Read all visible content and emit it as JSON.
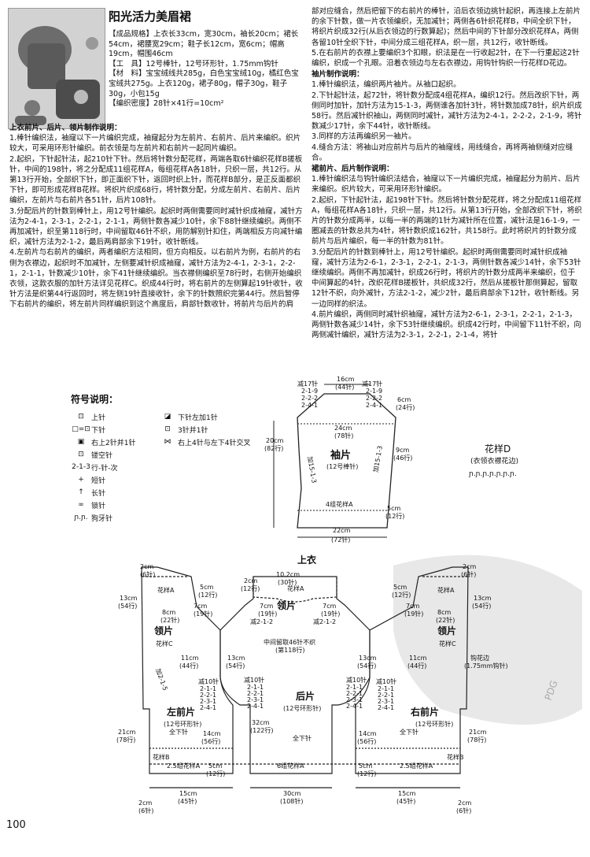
{
  "title": "阳光活力美眉裙",
  "spec": {
    "size": "【成品规格】上衣长33cm，宽30cm，袖长20cm；裙长54cm，裙腰宽29cm；鞋子长12cm，宽6cm；帽高19cm，帽围46cm",
    "tools": "【工　具】12号棒针，12号环形针，1.75mm钩针",
    "materials": "【材　料】宝宝绒线共285g，白色宝宝绒10g，橘红色宝宝绒共275g。上衣120g，裙子80g，帽子30g，鞋子30g，小包15g",
    "density": "【编织密度】28针×41行=10cm²"
  },
  "col1": [
    {
      "t": "h",
      "s": "上衣前片、后片、领片制作说明："
    },
    {
      "t": "p",
      "s": "1.棒针编织法，袖窿以下一片编织完成，袖窿起分为左前片、右前片、后片来编织。织片较大，可采用环形针编织。前衣领是与左前片和右前片一起同片编织。"
    },
    {
      "t": "p",
      "s": "2.起织，下针起针法，起210针下针。然后将针数分配花样，两端各取6针编织花样B搓板针，中间的198针，将之分配成11组花样A，每组花样A各18针，只织一层，共12行。从第13行开始，全部织下针，即正面织下针，返回时织上针，而花样B部分，是正反面都织下针，即可形成花样B花样。将织片织成68行，将针数分配，分成左前片、右前片、后片编织，左前片与右前片各51针，后片108针。"
    },
    {
      "t": "p",
      "s": "3.分配后片的针数到棒针上，用12号针编织。起织时两侧需要同时减针织成袖窿，减针方法为2-4-1，2-3-1，2-2-1，2-1-1，两侧针数各减少10针，余下88针继续编织。两侧不再加减针，织至第118行时，中间留取46针不织，用防解别针扣住，两端相反方向减针编织，减针方法为2-1-2，最后两肩部余下19针，收针断线。"
    },
    {
      "t": "p",
      "s": "4.左前片与右前片的编织，两者编织方法相同，但方向相反。以右前片为例，右前片的右侧为衣襟边，起织时不加减针，左侧要减针织成袖窿，减针方法为2-4-1，2-3-1，2-2-1，2-1-1，针数减少10针，余下41针继续编织。当衣襟侧编织至78行时，右侧开始编织衣领，这款衣服的加针方法详见花样C。织成44行时，将右前片的左侧算起19针收针，收针方法是织第44行返回时，将左侧19针直接收针，余下的针数照织完第44行。然后暂停下右前片的编织，将左前片同样编织到这个高度后，肩部针数收针，将前片与后片的肩"
    }
  ],
  "col2": [
    {
      "t": "p",
      "s": "部对应缝合，然后把留下的右前片的棒针，沿后衣领边挑针起织，再连接上左前片的余下针数，做一片衣领编织，无加减针；两侧各6针织花样B，中间全织下针，将织片织成32行(从后衣领边的行数算起)；然后中间的下针部分改织花样A，两侧各留10针全织下针，中间分成三组花样A，织一层，共12行，收针断线。"
    },
    {
      "t": "p",
      "s": "5.在右前片的衣襟上要编织3个扣眼，织法是在一行收起2针，在下一行重起这2针编织，织成一个孔眼。沿着衣领边与左右衣襟边，用钩针钩织一行花样D花边。"
    },
    {
      "t": "h",
      "s": "袖片制作说明："
    },
    {
      "t": "p",
      "s": "1.棒针编织法，编织两片袖片。从袖口起织。"
    },
    {
      "t": "p",
      "s": "2.下针起针法，起72针，将针数分配成4组花样A，编织12行。然后改织下针，两侧同时加针，加针方法为15-1-3，两侧谁各加针3针，将针数加成78针，织片织成58行。然后减针织袖山，两侧同时减针，减针方法为2-4-1，2-2-2，2-1-9，将针数减少17针，余下44针，收针断线。"
    },
    {
      "t": "p",
      "s": "3.同样的方法再编织另一袖片。"
    },
    {
      "t": "p",
      "s": "4.缝合方法：将袖山对应前片与后片的袖窿线，用线缝合，再将两袖侧缝对应缝合。"
    },
    {
      "t": "h",
      "s": "裙前片、后片制作说明："
    },
    {
      "t": "p",
      "s": "1.棒针编织法与钩针编织法结合，袖窿以下一片编织完成，袖窿起分为前片、后片来编织。织片较大，可采用环形针编织。"
    },
    {
      "t": "p",
      "s": "2.起织，下针起针法，起198针下针。然后将针数分配花样，将之分配成11组花样A，每组花样A各18针，只织一层，共12行。从第13行开始，全部改织下针，将织片的针数分成两半，以每一半的两端的1针为减针所在位置，减针法是16-1-9，一圈减去的针数总共为4针，将针数织成162针，共158行。此时将织片的针数分成前片与后片编织，每一半的针数为81针。"
    },
    {
      "t": "p",
      "s": "3.分配后片的针数到棒针上，用12号针编织。起织时两侧需要同时减针织成袖窿，减针方法为2-6-1，2-3-1，2-2-1，2-1-3，两侧针数各减少14针，余下53针继续编织。两侧不再加减针，织成26行时，将织片的针数分成两半来编织，位于中间算起的4针，改织花样B搓板针，共织成32行，然后从搓板针那侧算起，留取12针不织，向外减针，方法2-1-2，减少2针，最后肩部余下12针，收针断线。另一边同样的织法。"
    },
    {
      "t": "p",
      "s": "4.前片编织，两侧同时减针织袖窿，减针方法为2-6-1，2-3-1，2-2-1，2-1-3，两侧针数各减少14针，余下53针继续编织。织成42行时，中间留下11针不织，向两侧减针编织，减针方法为2-3-1，2-2-1，2-1-4，将针"
    }
  ],
  "symbols": {
    "title": "符号说明：",
    "left": [
      {
        "g": "⊡",
        "l": "上针"
      },
      {
        "g": "□=⊡",
        "l": "下针"
      },
      {
        "g": "▣",
        "l": "右上2针并1针"
      },
      {
        "g": "⊡",
        "l": "镂空针"
      },
      {
        "g": "2-1-3",
        "l": "行-针-次"
      },
      {
        "g": "+",
        "l": "短针"
      },
      {
        "g": "↑",
        "l": "长针"
      },
      {
        "g": "∞",
        "l": "锁针"
      },
      {
        "g": "ɲ.ɲ.",
        "l": "狗牙针"
      }
    ],
    "right": [
      {
        "g": "◪",
        "l": "下针左加1针"
      },
      {
        "g": "⊡",
        "l": "3针并1针"
      },
      {
        "g": "⋈",
        "l": "右上4针与左下4针交叉"
      }
    ]
  },
  "sleeve": {
    "top_w": "16cm",
    "top_st": "(44针)",
    "cap_dec_l": [
      "减17针",
      "2-1-9",
      "2-2-2",
      "2-4-1"
    ],
    "cap_dec_r": [
      "减17针",
      "2-1-9",
      "2-2-2",
      "2-4-1"
    ],
    "cap_h": "6cm",
    "cap_h_r": "(24行)",
    "mid_w": "24cm",
    "mid_st": "(78针)",
    "len": "20cm",
    "len_r": "(82行)",
    "body_h": "9cm",
    "body_h_r": "(46行)",
    "inc_l": "加15-1-3",
    "inc_r": "加15-1-3",
    "name": "袖片",
    "needle": "(12号棒针)",
    "pattern": "4组花样A",
    "cuff_h": "5cm",
    "cuff_r": "(12行)",
    "bottom_w": "22cm",
    "bottom_st": "(72针)"
  },
  "patternD": {
    "name": "花样D",
    "sub": "(衣领衣襟花边)",
    "sym": "ɲ.ɲ.ɲ.ɲ.ɲ.ɲ.ɲ."
  },
  "jacket": {
    "title": "上衣",
    "collar_w": "10.2cm",
    "collar_st": "(30针)",
    "collar_h": "2cm",
    "collar_h_r": "(12行)",
    "pattern_a": "花样A",
    "collar": "领片",
    "collar_dec_l": "减2-1-2",
    "collar_dec_r": "减2-1-2",
    "collar_7cm": "7cm",
    "collar_7cm_r": "(19针)",
    "center": "中间留取46针不织",
    "center2": "(第118行)",
    "back_h": "13cm",
    "back_h_r": "(54行)",
    "back": "后片",
    "back_needle": "(12号环形针)",
    "back_len": "32cm",
    "back_len_r": "(122行)",
    "dec10": "减10针",
    "dec_steps": [
      "2-1-1",
      "2-2-1",
      "2-3-1",
      "2-4-1"
    ],
    "all_knit": "全下针",
    "bottom": "30cm",
    "bottom_st": "(108针)",
    "bottom_pat": "6组花样A",
    "left_front": "左前片",
    "right_front": "右前片",
    "front_needle": "(12号环形针)",
    "side_w": "2cm",
    "side_w_r": "(6针)",
    "top_h": "13cm",
    "top_h_r": "(54行)",
    "shoulder": "8cm",
    "shoulder_r": "(22针)",
    "neck_5": "5cm",
    "neck_5_r": "(12行)",
    "front_7": "7cm",
    "front_7_r": "(19针)",
    "pattern_c": "花样C",
    "inc": "加2-1-5",
    "front_11": "11cm",
    "front_11_r": "(44行)",
    "dec10_r": "减10针",
    "front_len": "21cm",
    "front_len_r": "(78行)",
    "front_14": "14cm",
    "front_14_r": "(56行)",
    "pat_b": "花样B",
    "pat_a_front": "2.5组花样A",
    "hem": "5cm",
    "hem_r": "(12行)",
    "front_bottom": "15cm",
    "front_bottom_st": "(45针)",
    "edge": "钩花边",
    "edge2": "(1.75mm钩针)",
    "pdg": "PDG"
  },
  "page": "100"
}
